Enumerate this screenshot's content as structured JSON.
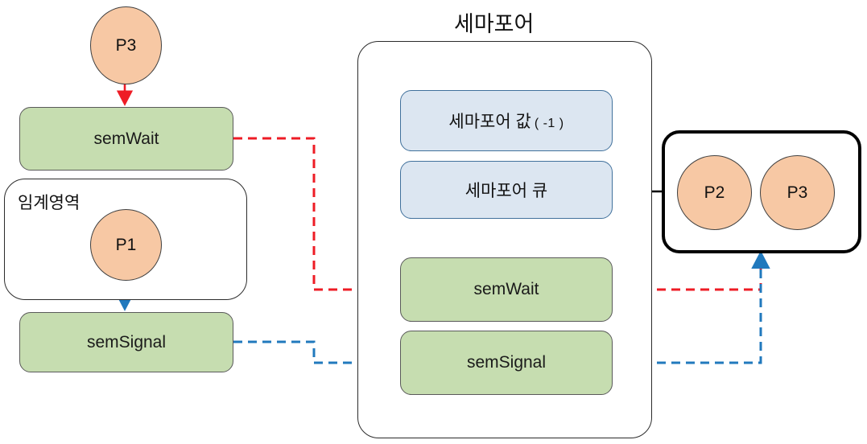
{
  "diagram": {
    "title": "세마포어",
    "left_section": {
      "process_top": {
        "label": "P3"
      },
      "sem_wait": {
        "label": "semWait"
      },
      "critical_section": {
        "label": "임계영역",
        "process": {
          "label": "P1"
        }
      },
      "sem_signal": {
        "label": "semSignal"
      }
    },
    "semaphore_box": {
      "title": "세마포어",
      "value_box": {
        "label": "세마포어 값",
        "value": "( -1 )"
      },
      "queue_box": {
        "label": "세마포어 큐"
      },
      "sem_wait": {
        "label": "semWait"
      },
      "sem_signal": {
        "label": "semSignal"
      }
    },
    "blocked_queue": {
      "processes": [
        {
          "label": "P2"
        },
        {
          "label": "P3"
        }
      ]
    },
    "colors": {
      "green_fill": "#c6ddb0",
      "blue_fill": "#dce6f1",
      "peach_fill": "#f7c8a4",
      "red_arrow": "#ee1c25",
      "blue_arrow": "#2179bd",
      "black_arrow": "#000000"
    }
  }
}
